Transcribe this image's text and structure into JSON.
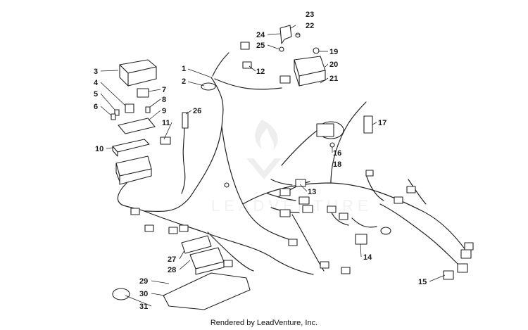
{
  "diagram": {
    "callouts": [
      "1",
      "2",
      "3",
      "4",
      "5",
      "6",
      "7",
      "8",
      "9",
      "10",
      "11",
      "12",
      "13",
      "14",
      "15",
      "16",
      "17",
      "18",
      "19",
      "20",
      "21",
      "22",
      "23",
      "24",
      "25",
      "26",
      "27",
      "28",
      "29",
      "30",
      "31"
    ],
    "watermark_text": "LEADVENTURE",
    "footer": "Rendered by LeadVenture, Inc."
  }
}
